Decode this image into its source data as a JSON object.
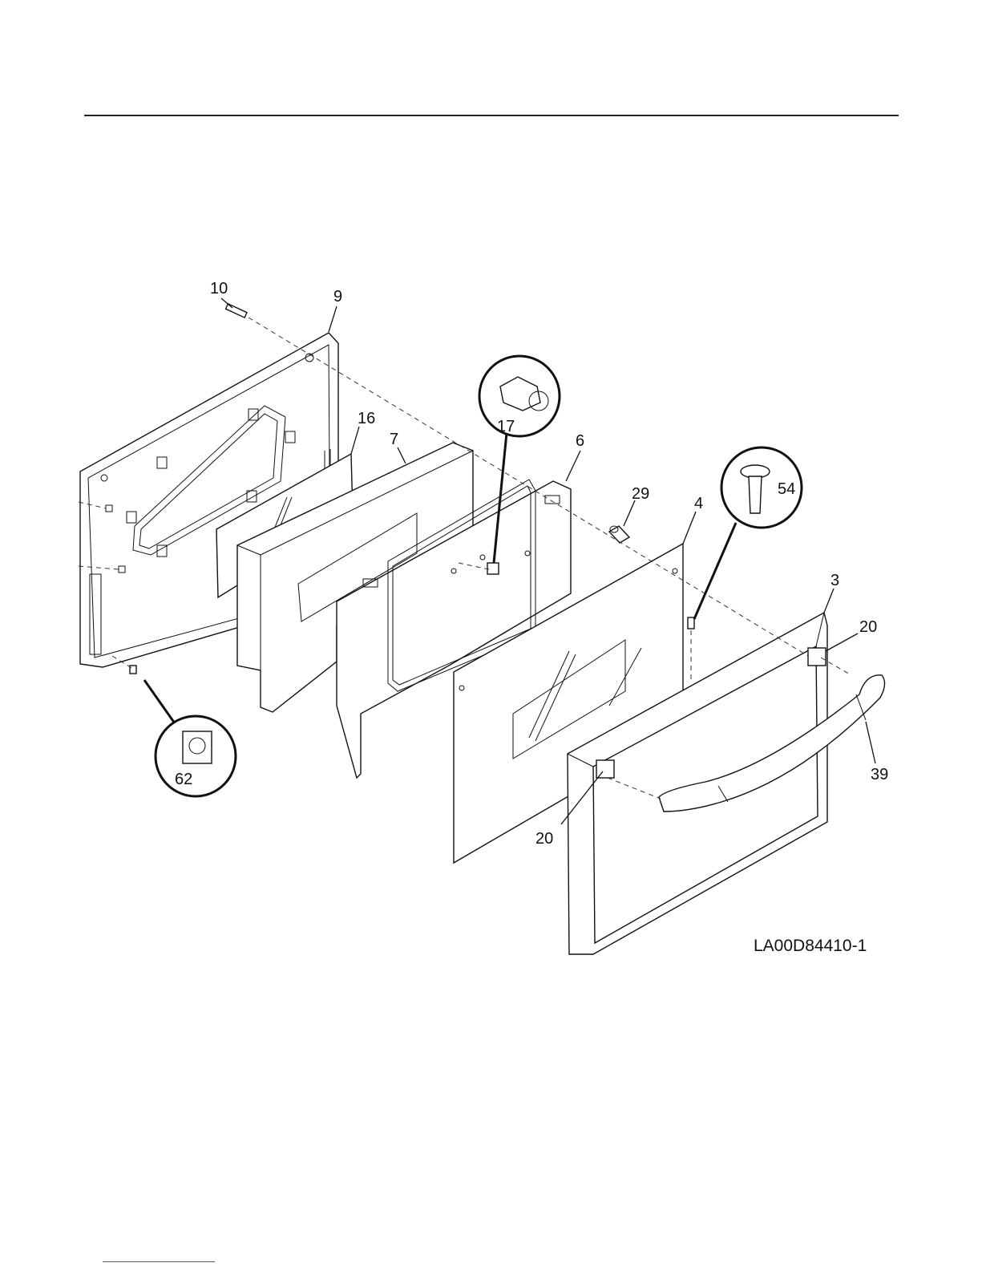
{
  "diagram": {
    "drawing_code": "LA00D84410-1",
    "callouts": {
      "p10": "10",
      "p9": "9",
      "p16": "16",
      "p7": "7",
      "p17": "17",
      "p6": "6",
      "p29": "29",
      "p4": "4",
      "p54": "54",
      "p3": "3",
      "p20a": "20",
      "p39": "39",
      "p20b": "20",
      "p62": "62"
    }
  }
}
